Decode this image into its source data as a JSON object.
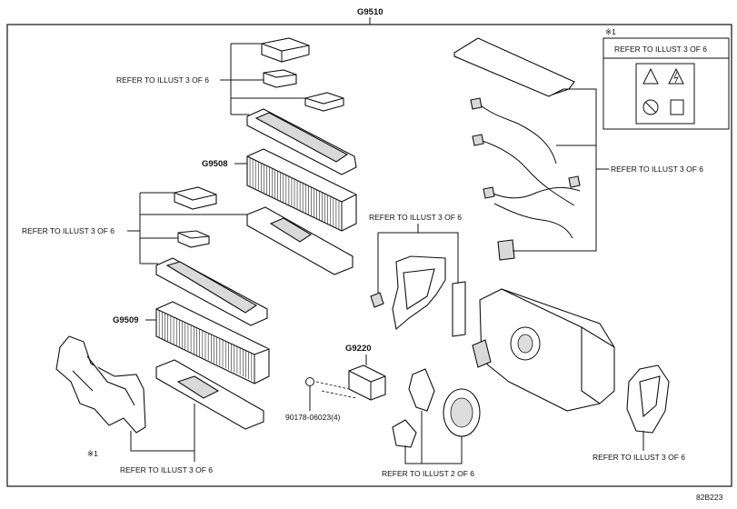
{
  "assembly_code": "G9510",
  "subassemblies": {
    "upper_stack": "G9508",
    "lower_stack": "G9509",
    "relay_block": "G9220"
  },
  "fastener": "90178-06023(4)",
  "note_markers": {
    "warning_label_note": "※1",
    "frame_note": "※1"
  },
  "callouts": {
    "upper_left": "REFER TO ILLUST 3 OF 6",
    "middle_left": "REFER TO ILLUST 3 OF 6",
    "bottom_left": "REFER TO ILLUST 3 OF 6",
    "center_bracket": "REFER TO ILLUST 3 OF 6",
    "right_harness": "REFER TO ILLUST 3 OF 6",
    "warning_label": "REFER TO ILLUST 3 OF 6",
    "bottom_center": "REFER TO ILLUST 2 OF 6",
    "bottom_right": "REFER TO ILLUST 3 OF 6"
  },
  "drawing_id": "82B223"
}
